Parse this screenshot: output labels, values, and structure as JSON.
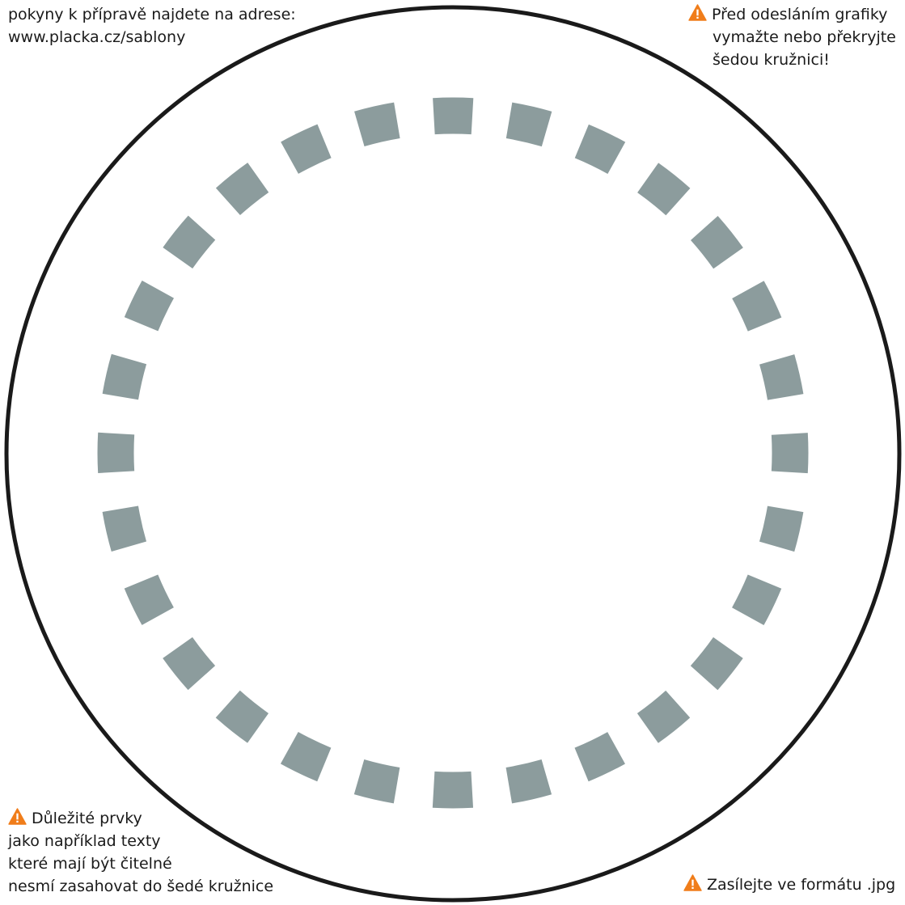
{
  "notes": {
    "top_left": {
      "lines": [
        "pokyny k přípravě najdete na adrese:",
        "www.placka.cz/sablony"
      ]
    },
    "top_right": {
      "lines": [
        "Před odesláním grafiky",
        "vymažte nebo překryjte",
        "šedou kružnici!"
      ]
    },
    "bottom_left": {
      "lines": [
        "Důležité prvky",
        "jako například texty",
        "které mají být čitelné",
        "nesmí zasahovat do šedé kružnice"
      ]
    },
    "bottom_right": {
      "lines": [
        "Zasílejte ve formátu .jpg"
      ]
    }
  },
  "icons": {
    "warning": "warning-triangle-icon"
  },
  "colors": {
    "outer_circle": "#1a1a1a",
    "dashed_circle": "#8c9c9d",
    "warning": "#f07d1a",
    "text": "#1a1a1a",
    "background": "#ffffff"
  },
  "dashed_circle": {
    "segments": 28
  }
}
